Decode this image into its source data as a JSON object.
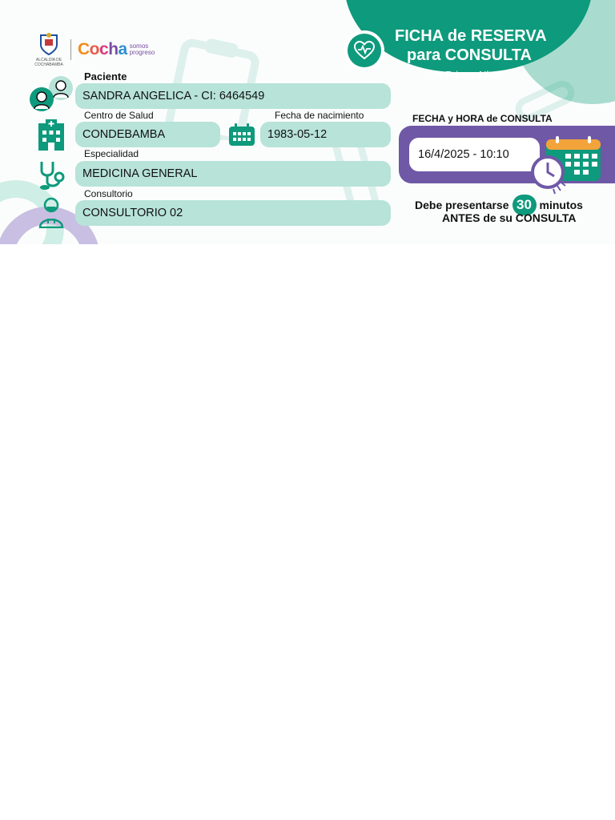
{
  "logo": {
    "crest_text": "ALCALDÍA DE COCHABAMBA",
    "brand_letters": [
      "C",
      "o",
      "c",
      "h",
      "a"
    ],
    "tagline_top": "somos",
    "tagline_bottom": "progreso"
  },
  "header": {
    "line1": "FICHA de RESERVA",
    "line2": "para CONSULTA",
    "line3": "en Primer Nivel"
  },
  "fields": {
    "paciente_label": "Paciente",
    "paciente_value": "SANDRA ANGELICA - CI: 6464549",
    "centro_label": "Centro de Salud",
    "centro_value": "CONDEBAMBA",
    "nacimiento_label": "Fecha de nacimiento",
    "nacimiento_value": "1983-05-12",
    "especialidad_label": "Especialidad",
    "especialidad_value": "MEDICINA GENERAL",
    "consultorio_label": "Consultorio",
    "consultorio_value": "CONSULTORIO 02"
  },
  "appointment": {
    "label": "FECHA y HORA de CONSULTA",
    "value": "16/4/2025 - 10:10",
    "notice_before": "Debe presentarse",
    "notice_minutes": "30",
    "notice_after": "minutos",
    "notice_line2": "ANTES de su CONSULTA"
  },
  "colors": {
    "teal": "#0e9a7c",
    "mint": "#b7e3d8",
    "purple": "#6f58a6"
  }
}
